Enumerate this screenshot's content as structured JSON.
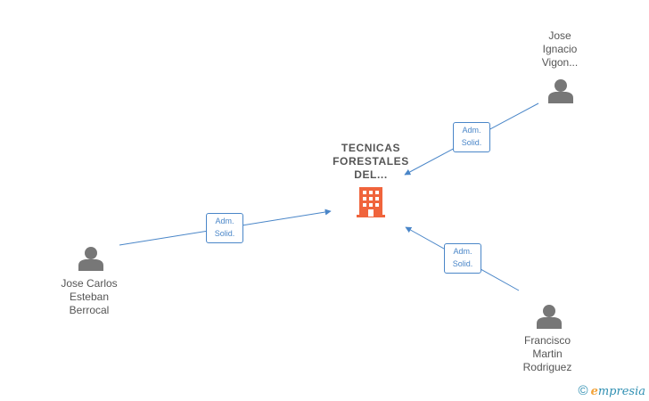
{
  "company": {
    "name_lines": [
      "TECNICAS",
      "FORESTALES",
      "DEL..."
    ],
    "icon": "building-icon",
    "icon_color": "#f0643c"
  },
  "persons": [
    {
      "id": "jose-ignacio",
      "name_lines": [
        "Jose",
        "Ignacio",
        "Vigon..."
      ],
      "icon": "person-icon"
    },
    {
      "id": "jose-carlos",
      "name_lines": [
        "Jose Carlos",
        "Esteban",
        "Berrocal"
      ],
      "icon": "person-icon"
    },
    {
      "id": "francisco",
      "name_lines": [
        "Francisco",
        "Martin",
        "Rodriguez"
      ],
      "icon": "person-icon"
    }
  ],
  "relations": [
    {
      "from": "jose-ignacio",
      "to": "company",
      "label_lines": [
        "Adm.",
        "Solid."
      ]
    },
    {
      "from": "jose-carlos",
      "to": "company",
      "label_lines": [
        "Adm.",
        "Solid."
      ]
    },
    {
      "from": "francisco",
      "to": "company",
      "label_lines": [
        "Adm.",
        "Solid."
      ]
    }
  ],
  "colors": {
    "edge": "#4a86c8",
    "person_icon": "#777777",
    "text": "#555555"
  },
  "brand": {
    "copyright_symbol": "©",
    "initial": "e",
    "name_rest": "mpresia"
  }
}
